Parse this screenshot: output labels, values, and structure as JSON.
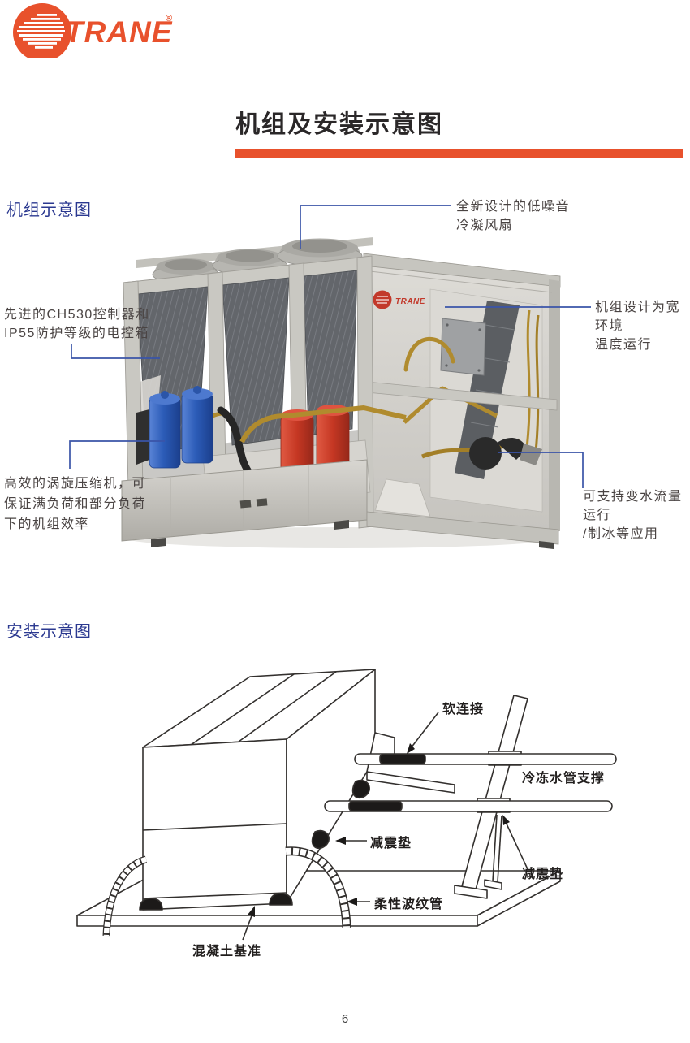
{
  "brand": {
    "name": "TRANE",
    "registered": "®"
  },
  "page_title": "机组及安装示意图",
  "page_number": "6",
  "unit": {
    "heading": "机组示意图",
    "plate_brand": "TRANE",
    "callouts": [
      {
        "id": "condenser-fan",
        "lines": [
          "全新设计的低噪音",
          "冷凝风扇"
        ]
      },
      {
        "id": "controller",
        "lines": [
          "先进的CH530控制器和",
          "IP55防护等级的电控箱"
        ]
      },
      {
        "id": "wide-ambient",
        "lines": [
          "机组设计为宽环境",
          "温度运行"
        ]
      },
      {
        "id": "scroll-compressor",
        "lines": [
          "高效的涡旋压缩机，可",
          "保证满负荷和部分负荷",
          "下的机组效率"
        ]
      },
      {
        "id": "variable-flow",
        "lines": [
          "可支持变水流量运行",
          "/制冰等应用"
        ]
      }
    ]
  },
  "install": {
    "heading": "安装示意图",
    "labels": {
      "soft_connection": "软连接",
      "pipe_support": "冷冻水管支撑",
      "damper_pad_1": "减震垫",
      "flexible_hose": "柔性波纹管",
      "damper_pad_2": "减震垫",
      "concrete_base": "混凝土基准"
    }
  },
  "colors": {
    "brand_orange": "#E8512C",
    "heading_blue": "#2B3990",
    "callout_line_blue": "#3A54A8",
    "line_art": "#33302e"
  }
}
